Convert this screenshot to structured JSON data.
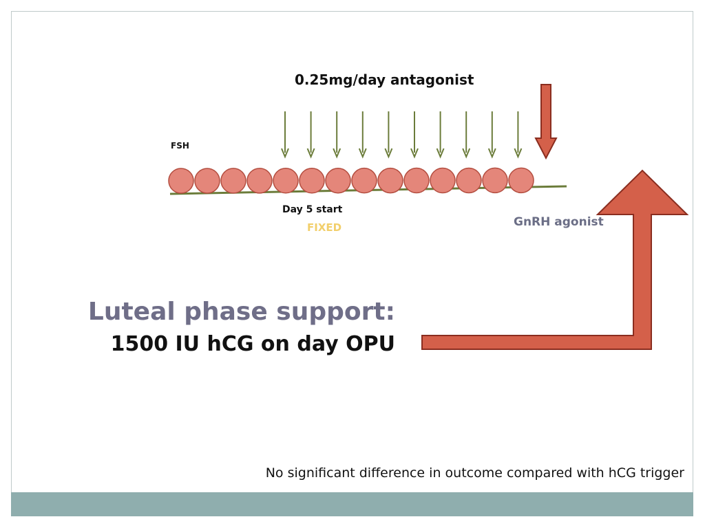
{
  "antagonist_label": "0.25mg/day antagonist",
  "fsh_label": "FSH",
  "day_start_label": "Day 5 start",
  "fixed_label": "FIXED",
  "gnrh_label": "GnRH agonist",
  "luteal_support": {
    "title": "Luteal  phase support:",
    "detail": "1500 IU hCG on day OPU"
  },
  "outcome_note": "No significant difference in outcome compared with hCG trigger",
  "timeline": {
    "fsh_day_count": 14,
    "antagonist_injection_count": 10
  },
  "colors": {
    "day_circle_fill": "#e4867a",
    "day_circle_stroke": "#b34d3f",
    "timeline_line": "#6b7c3a",
    "antagonist_arrow": "#6b7c3a",
    "trigger_arrow_fill": "#d4604a",
    "trigger_arrow_stroke": "#8a2d1f",
    "footer_band": "#8faeae"
  },
  "icons": {
    "day_marker": "circle",
    "injection": "arrow-down",
    "trigger": "block-arrow-down",
    "luteal_support": "bent-block-arrow-up"
  }
}
